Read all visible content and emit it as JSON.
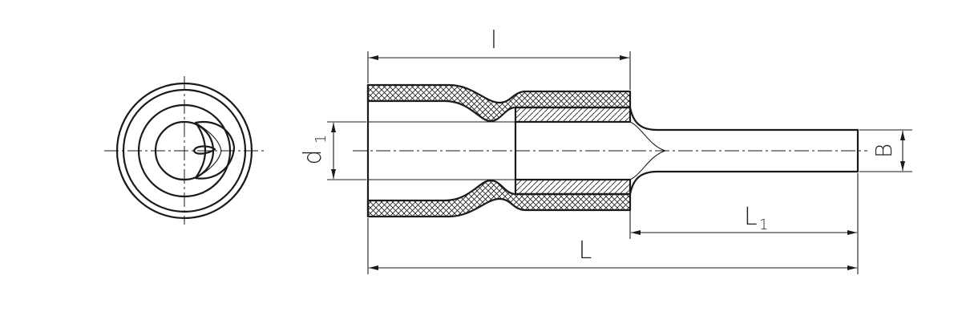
{
  "diagram": {
    "labels": {
      "l_small": "l",
      "L_total": "L",
      "L1_main": "L",
      "L1_sub": "1",
      "d1_main": "d",
      "d1_sub": "1",
      "B": "B"
    },
    "colors": {
      "line": "#1a1a1a",
      "background": "#ffffff"
    }
  }
}
